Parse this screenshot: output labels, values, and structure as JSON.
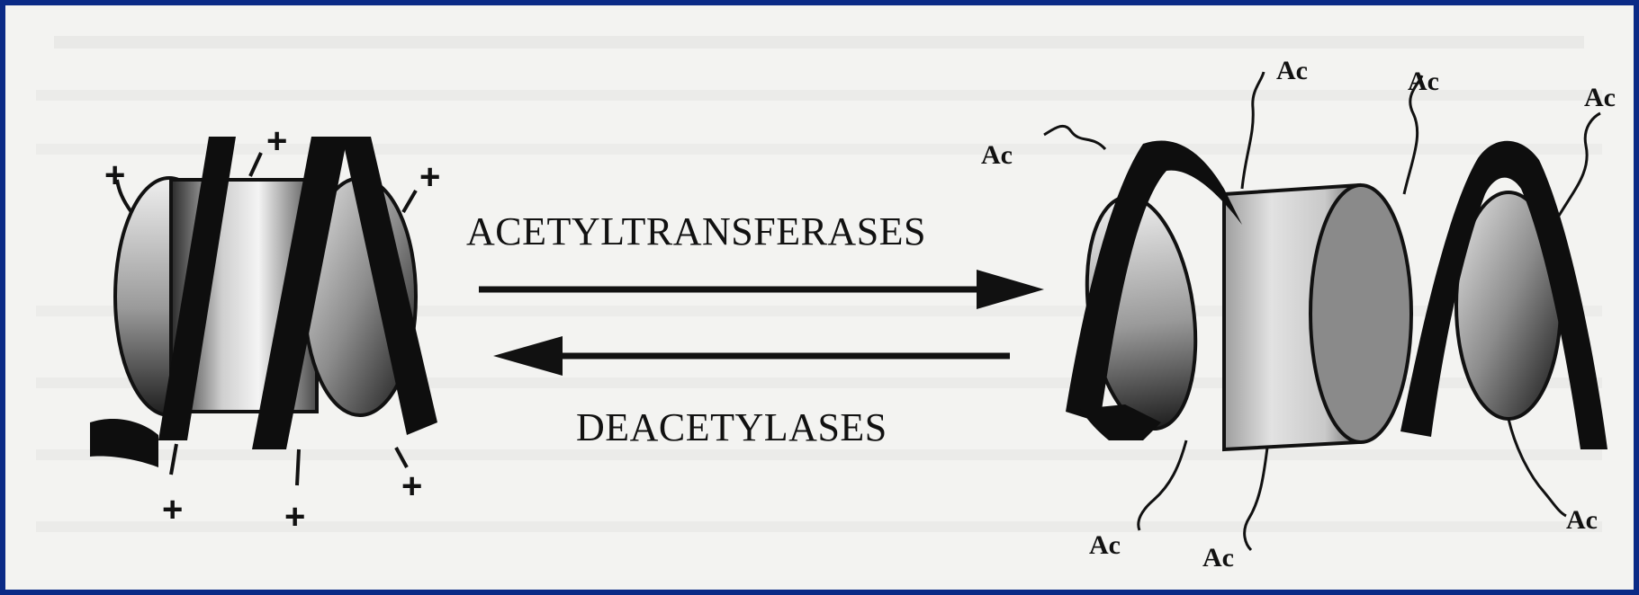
{
  "labels": {
    "forward": "ACETYLTRANSFERASES",
    "reverse": "DEACETYLASES"
  },
  "charge_symbol": "+",
  "acetyl_label": "Ac",
  "colors": {
    "frame": "#0a2a86",
    "paper": "#f3f3f1",
    "ink": "#111111"
  }
}
